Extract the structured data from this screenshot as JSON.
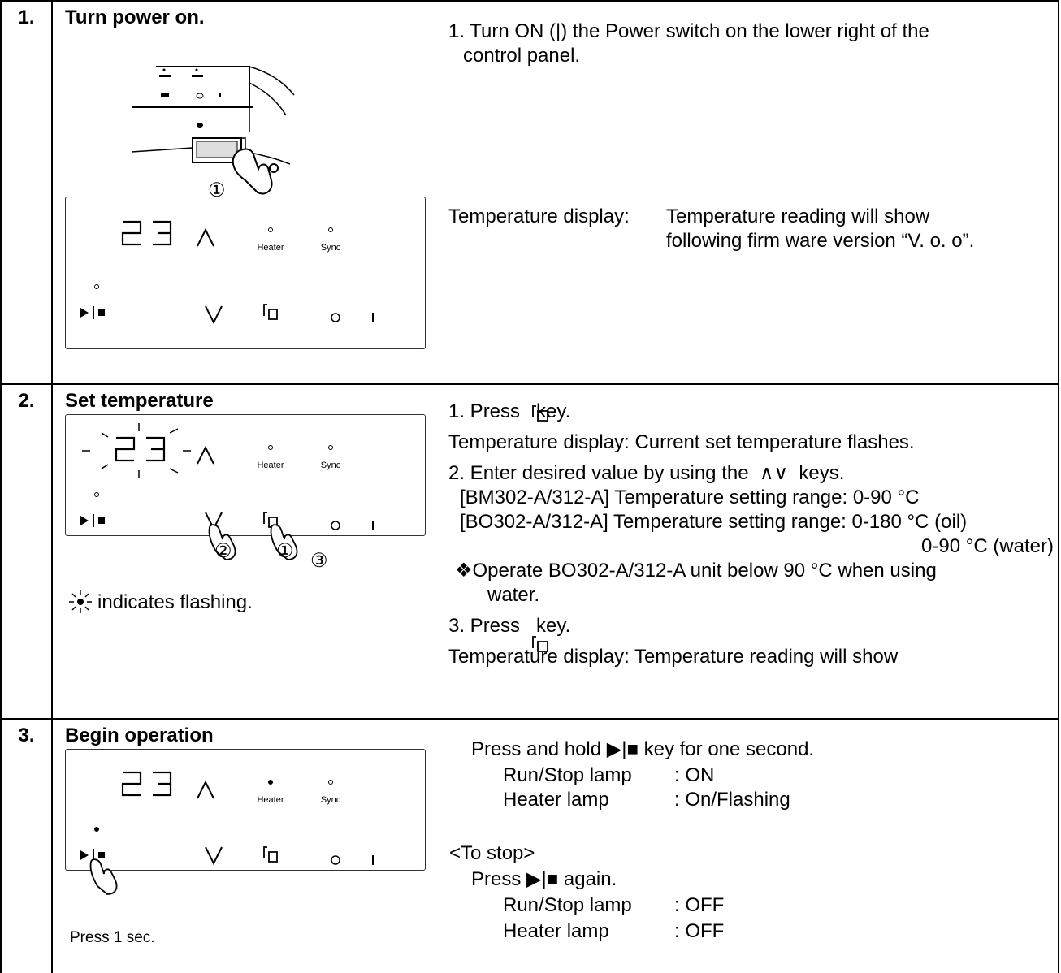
{
  "steps": [
    {
      "num": "1.",
      "title": "Turn power on.",
      "instructions": [
        "1. Turn ON (|) the Power switch on the lower right of the",
        "control panel."
      ],
      "display_label": "Temperature display:",
      "display_text_1": "Temperature reading will show",
      "display_text_2": "following firm ware version “V. o. o”.",
      "callout": "①"
    },
    {
      "num": "2.",
      "title": "Set temperature",
      "lines": [
        "1. Press   key.",
        "Temperature display: Current set temperature flashes.",
        "2. Enter desired value by using the  ∧∨  keys.",
        "[BM302-A/312-A] Temperature setting range: 0-90 °C",
        "[BO302-A/312-A] Temperature setting range: 0-180 °C (oil)",
        "0-90 °C (water)",
        "❖Operate BO302-A/312-A unit below 90 °C when using",
        "water.",
        "3. Press   key.",
        "Temperature display: Temperature reading will show"
      ],
      "flash_note": "indicates flashing.",
      "callouts": [
        "②",
        "①",
        "③"
      ]
    },
    {
      "num": "3.",
      "title": "Begin operation",
      "line_1": "Press and hold ▶|■ key for one second.",
      "lamp_1_name": "Run/Stop lamp",
      "lamp_1_value": ": ON",
      "lamp_2_name": "Heater lamp",
      "lamp_2_value": ": On/Flashing",
      "stop_heading": "<To stop>",
      "stop_line": "Press ▶|■ again.",
      "lamp_3_name": "Run/Stop lamp",
      "lamp_3_value": ": OFF",
      "lamp_4_name": "Heater lamp",
      "lamp_4_value": ": OFF",
      "press_note": "Press 1 sec."
    }
  ],
  "panel": {
    "temp_reading": "23",
    "heater_label": "Heater",
    "sync_label": "Sync"
  }
}
